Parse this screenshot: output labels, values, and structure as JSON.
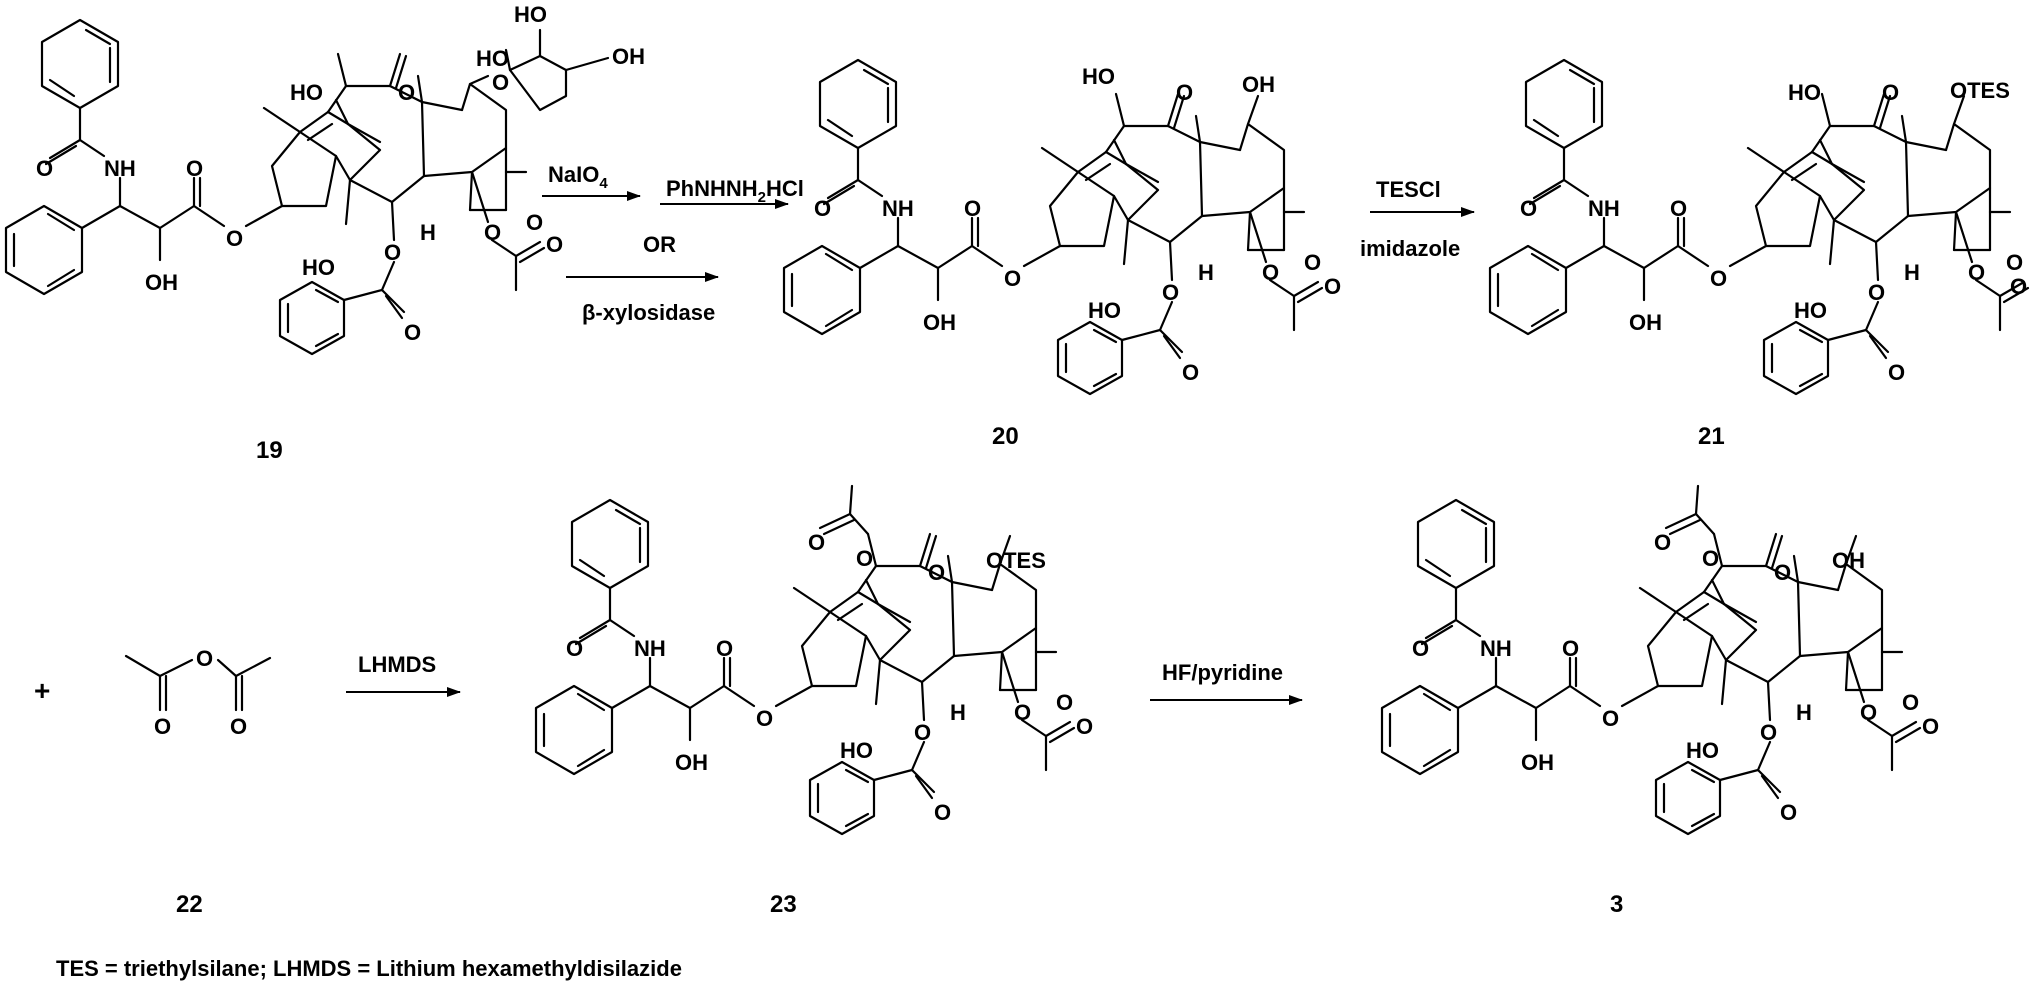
{
  "compounds": {
    "c19": {
      "label": "19"
    },
    "c20": {
      "label": "20"
    },
    "c21": {
      "label": "21"
    },
    "c22": {
      "label": "22"
    },
    "c23": {
      "label": "23"
    },
    "c3": {
      "label": "3"
    }
  },
  "atoms": {
    "nh": "NH",
    "oh": "OH",
    "ho": "HO",
    "h": "H",
    "o": "O",
    "otes": "OTES"
  },
  "reagents": {
    "step1_top_left": "NaIO",
    "step1_top_left_sub": "4",
    "step1_top_right": "PhNHNH",
    "step1_top_right_sub": "2",
    "step1_top_right_tail": "HCl",
    "step1_or": "OR",
    "step1_bottom": "β-xylosidase",
    "step2_top": "TESCl",
    "step2_bottom": "imidazole",
    "step3_top": "LHMDS",
    "step4_top": "HF/pyridine"
  },
  "plus_sign": "+",
  "footnote": "TES = triethylsilane; LHMDS = Lithium hexamethyldisilazide"
}
